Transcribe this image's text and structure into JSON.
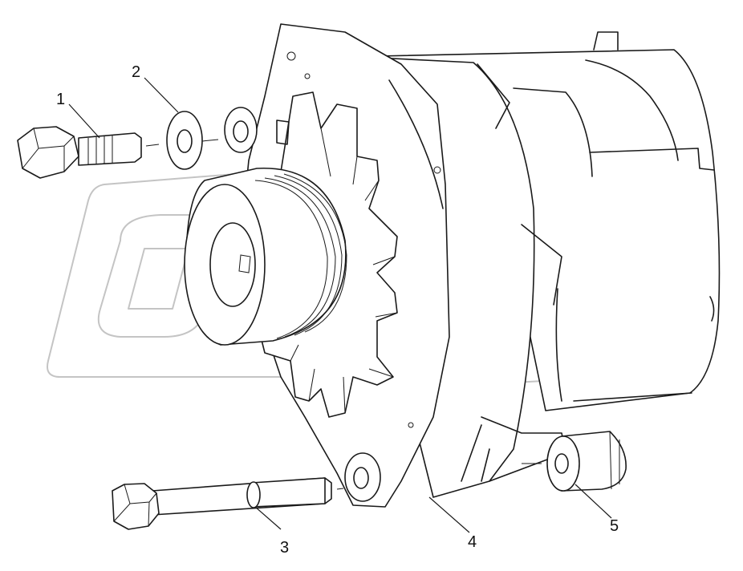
{
  "watermark": {
    "text": "OPEX",
    "color": "#c4c4c4"
  },
  "callouts": [
    {
      "id": "1",
      "label": "1"
    },
    {
      "id": "2",
      "label": "2"
    },
    {
      "id": "3",
      "label": "3"
    },
    {
      "id": "4",
      "label": "4"
    },
    {
      "id": "5",
      "label": "5"
    }
  ],
  "parts": [
    {
      "callout": "1",
      "name": "bolt-short-icon"
    },
    {
      "callout": "2",
      "name": "washer-icon"
    },
    {
      "callout": "3",
      "name": "bolt-long-with-sleeve-icon"
    },
    {
      "callout": "4",
      "name": "alternator-icon"
    },
    {
      "callout": "5",
      "name": "bushing-icon"
    }
  ]
}
